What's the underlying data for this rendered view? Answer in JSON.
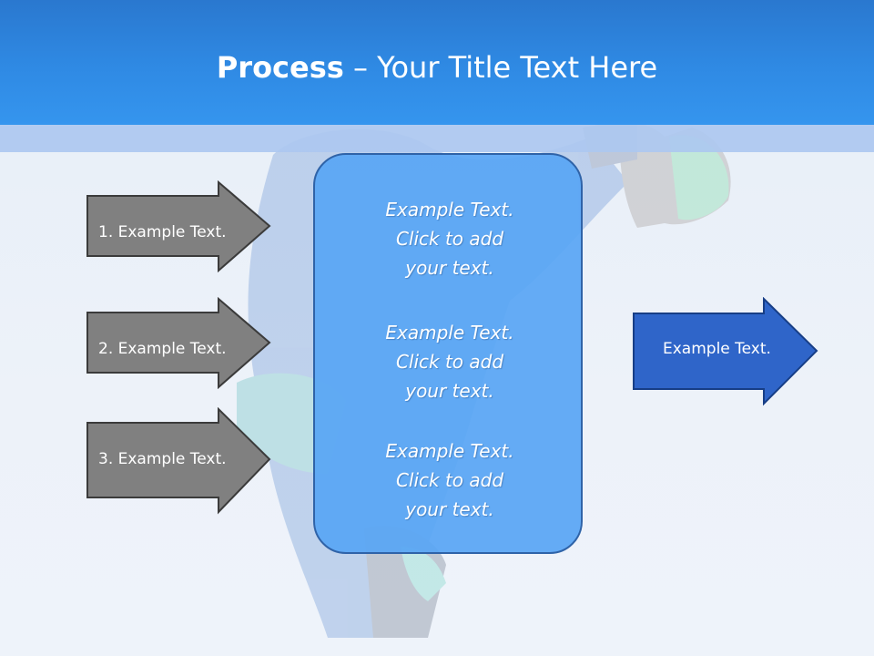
{
  "title": {
    "bold": "Process",
    "rest": " – Your Title Text Here"
  },
  "left_arrows": [
    {
      "label": "1. Example Text."
    },
    {
      "label": "2. Example Text."
    },
    {
      "label": "3. Example Text."
    }
  ],
  "center_box": {
    "paragraphs": [
      {
        "line1": "Example Text.",
        "line2": "Click  to add",
        "line3": "your text."
      },
      {
        "line1": "Example Text.",
        "line2": "Click  to add",
        "line3": "your text."
      },
      {
        "line1": "Example Text.",
        "line2": "Click  to add",
        "line3": "your text."
      }
    ]
  },
  "right_arrow": {
    "label": "Example Text."
  },
  "colors": {
    "header": "#2f8ae4",
    "sub_band": "#adc8f0",
    "left_arrow_fill": "#808080",
    "center_box_fill": "#58a5f4",
    "right_arrow_fill": "#2f65c9"
  }
}
